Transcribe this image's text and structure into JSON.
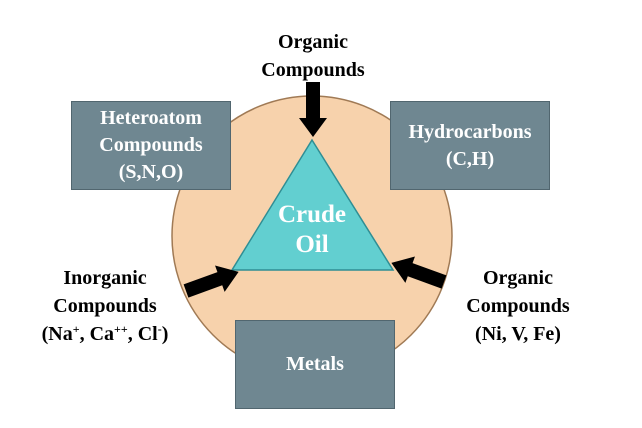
{
  "center": {
    "line1": "Crude",
    "line2": "Oil"
  },
  "boxes": {
    "heteroatom": {
      "line1": "Heteroatom",
      "line2": "Compounds",
      "line3": "(S,N,O)"
    },
    "hydrocarbons": {
      "line1": "Hydrocarbons",
      "line2": "(C,H)"
    },
    "metals": {
      "line1": "Metals"
    }
  },
  "labels": {
    "top": {
      "line1": "Organic",
      "line2": "Compounds"
    },
    "left": {
      "line1": "Inorganic",
      "line2": "Compounds",
      "line3_parts": [
        "(Na",
        "+",
        ", Ca",
        "++",
        ", Cl",
        "-",
        ")"
      ]
    },
    "right": {
      "line1": "Organic",
      "line2": "Compounds",
      "line3": "(Ni, V, Fe)"
    }
  },
  "colors": {
    "circle_fill": "#f7d2ac",
    "circle_stroke": "#a07a55",
    "triangle_fill": "#62cfd0",
    "triangle_stroke": "#2f8e94",
    "box_fill": "#6f8791",
    "arrow": "#000000"
  }
}
